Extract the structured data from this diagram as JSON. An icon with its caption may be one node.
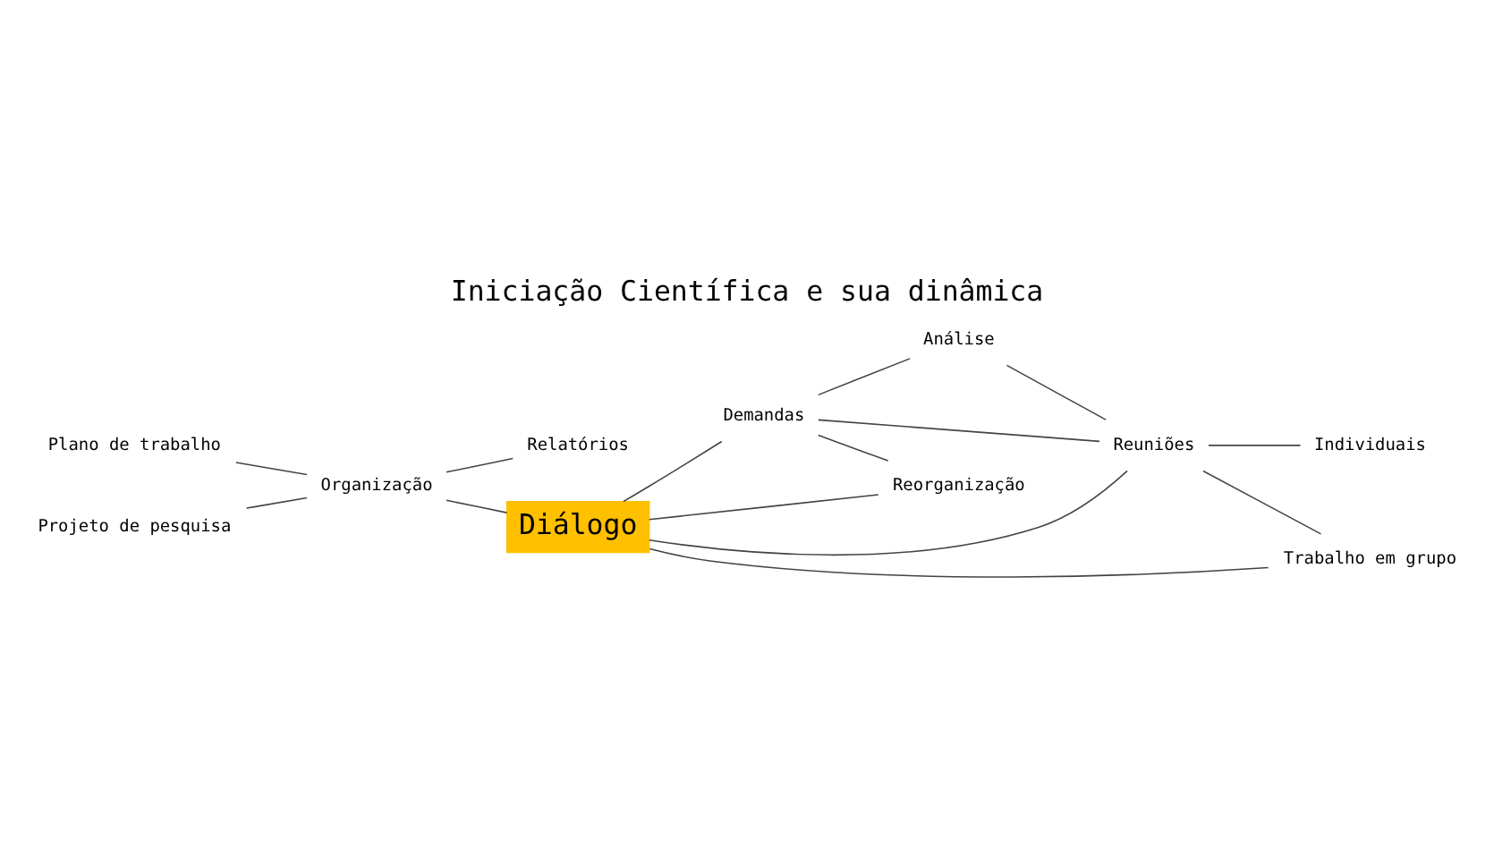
{
  "diagram": {
    "title": "Iniciação Científica e sua dinâmica",
    "nodes": [
      {
        "text": [
          "Plano de trabalho"
        ]
      },
      {
        "text": [
          "Projeto de pesquisa"
        ]
      },
      {
        "text": [
          "Organização"
        ]
      },
      {
        "text": [
          "Relatórios"
        ]
      },
      {
        "text": [
          "Diálogo"
        ]
      },
      {
        "text": [
          "Demandas"
        ]
      },
      {
        "text": [
          "Análise"
        ]
      },
      {
        "text": [
          "Reuniões"
        ]
      },
      {
        "text": [
          "Individuais"
        ]
      },
      {
        "text": [
          "Trabalho em grupo"
        ]
      },
      {
        "text": [
          "Reorganização"
        ]
      }
    ],
    "edges": [
      {
        "from": 0,
        "to": 2,
        "arrow": "none"
      },
      {
        "from": 1,
        "to": 2,
        "arrow": "none"
      },
      {
        "from": 2,
        "to": 3,
        "arrow": "none"
      },
      {
        "from": 2,
        "to": 4,
        "arrow": "none"
      },
      {
        "from": 4,
        "to": 5,
        "arrow": "none"
      },
      {
        "from": 4,
        "to": 7,
        "arrow": "none"
      },
      {
        "from": 4,
        "to": 9,
        "arrow": "none"
      },
      {
        "from": 4,
        "to": 10,
        "arrow": "none"
      },
      {
        "from": 5,
        "to": 6,
        "arrow": "none"
      },
      {
        "from": 5,
        "to": 7,
        "arrow": "none"
      },
      {
        "from": 6,
        "to": 7,
        "arrow": "none"
      },
      {
        "from": 7,
        "to": 8,
        "arrow": "none"
      },
      {
        "from": 7,
        "to": 9,
        "arrow": "none"
      },
      {
        "from": 5,
        "to": 10,
        "arrow": "none"
      }
    ]
  }
}
